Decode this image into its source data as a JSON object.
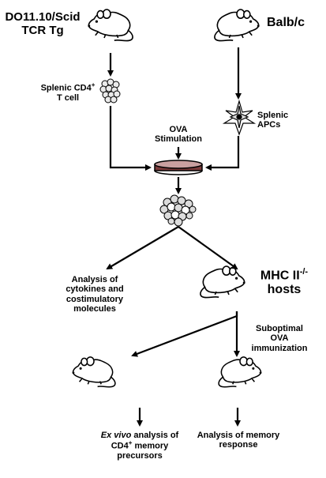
{
  "nodes": {
    "donor_strain": {
      "line1": "DO11.10/Scid",
      "line2": "TCR Tg"
    },
    "apc_strain": "Balb/c",
    "t_cell": {
      "line1": "Splenic CD4",
      "sup": "+",
      "line2": "T cell"
    },
    "apcs": {
      "line1": "Splenic",
      "line2": "APCs"
    },
    "stimulation": {
      "line1": "OVA",
      "line2": "Stimulation"
    },
    "cytokine_analysis": {
      "line1": "Analysis of",
      "line2": "cytokines and",
      "line3": "costimulatory",
      "line4": "molecules"
    },
    "hosts": {
      "prefix": "MHC II",
      "sup": "-/-",
      "line2": "hosts"
    },
    "immunization": {
      "line1": "Suboptimal",
      "line2": "OVA",
      "line3": "immunization"
    },
    "ex_vivo": {
      "italic": "Ex vivo",
      "rest": " analysis of",
      "line2_a": "CD4",
      "line2_sup": "+",
      "line2_b": " memory",
      "line3": "precursors"
    },
    "memory_analysis": {
      "line1": "Analysis of memory",
      "line2": "response"
    }
  },
  "icons": [
    "mouse-icon",
    "t-cell-cluster-icon",
    "apc-star-icon",
    "culture-dish-icon",
    "cell-aggregate-icon"
  ],
  "colors": {
    "stroke": "#000000",
    "dish_band": "#7a3a3a",
    "background": "#ffffff"
  }
}
